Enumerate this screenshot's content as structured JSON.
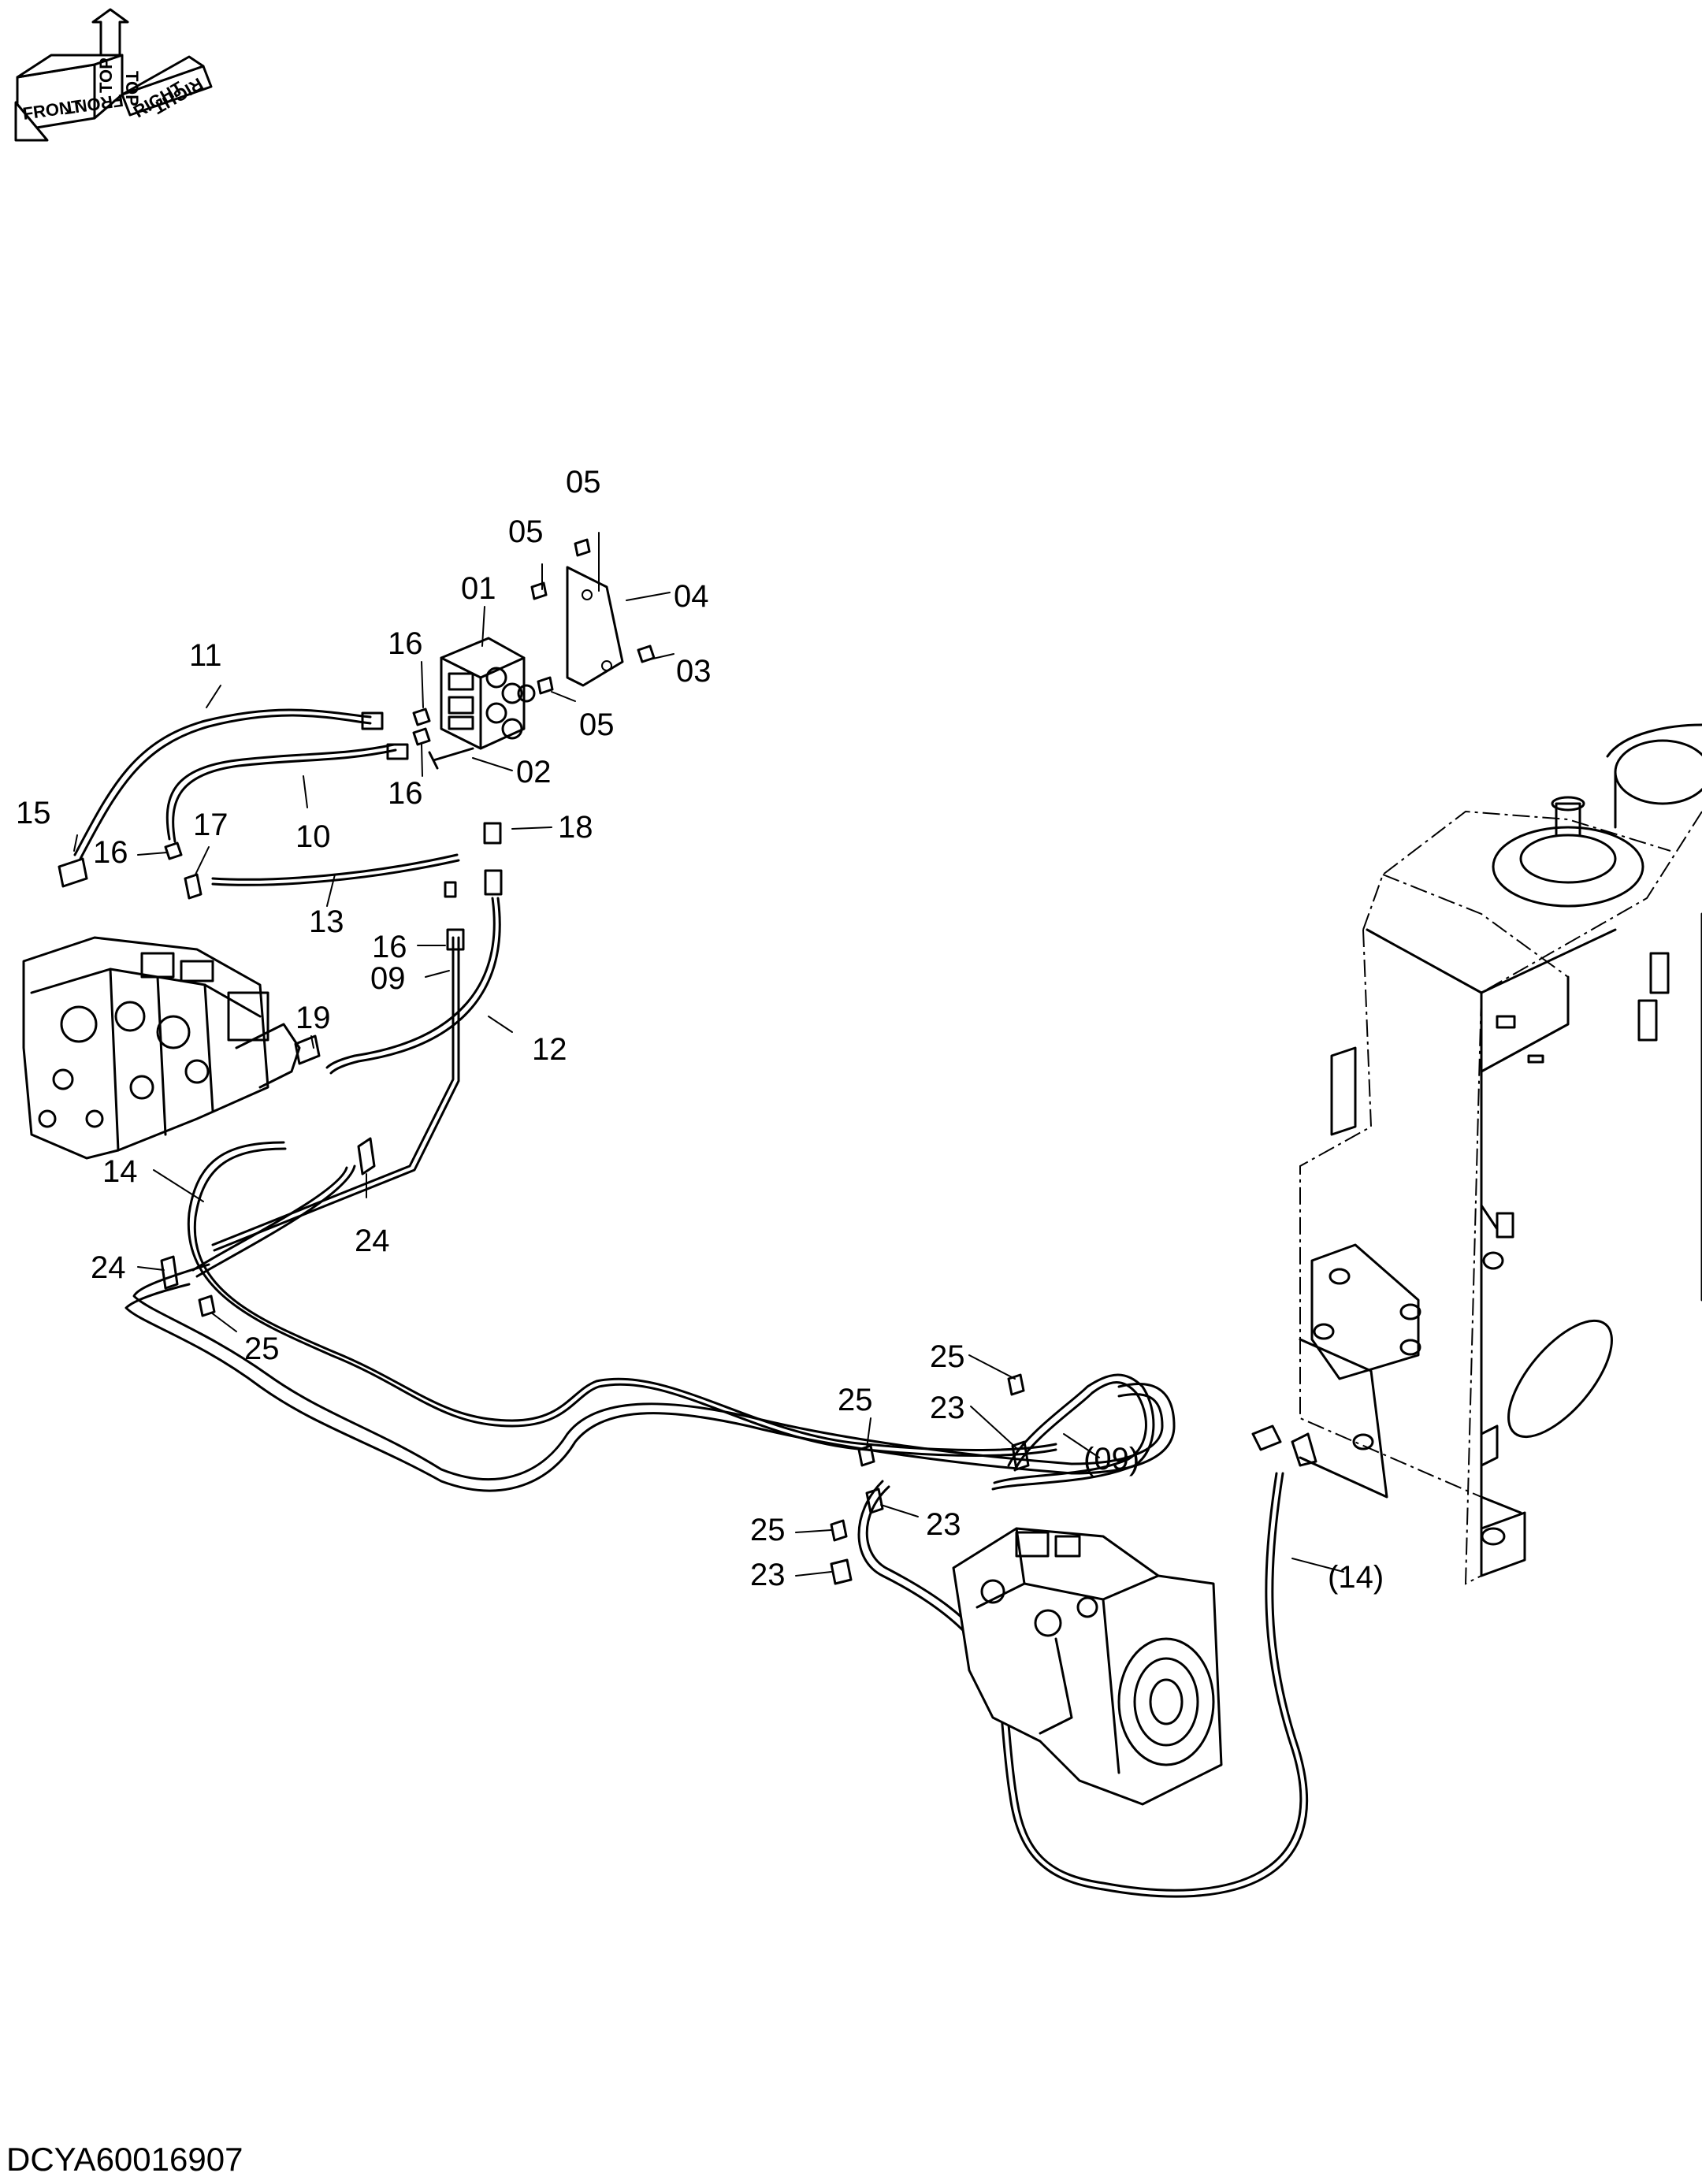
{
  "orientation": {
    "front": "FRONT",
    "top": "TOP",
    "right": "RIGHT",
    "front_mirror": "FRONT",
    "top_mirror": "TOP",
    "right_mirror": "RIGHT"
  },
  "callouts": [
    {
      "id": "c01",
      "text": "01"
    },
    {
      "id": "c02",
      "text": "02"
    },
    {
      "id": "c03",
      "text": "03"
    },
    {
      "id": "c04",
      "text": "04"
    },
    {
      "id": "c05a",
      "text": "05"
    },
    {
      "id": "c05b",
      "text": "05"
    },
    {
      "id": "c05c",
      "text": "05"
    },
    {
      "id": "c09",
      "text": "09"
    },
    {
      "id": "c09p",
      "text": "(09)"
    },
    {
      "id": "c10",
      "text": "10"
    },
    {
      "id": "c11",
      "text": "11"
    },
    {
      "id": "c12",
      "text": "12"
    },
    {
      "id": "c13",
      "text": "13"
    },
    {
      "id": "c14",
      "text": "14"
    },
    {
      "id": "c14p",
      "text": "(14)"
    },
    {
      "id": "c15",
      "text": "15"
    },
    {
      "id": "c16a",
      "text": "16"
    },
    {
      "id": "c16b",
      "text": "16"
    },
    {
      "id": "c16c",
      "text": "16"
    },
    {
      "id": "c16d",
      "text": "16"
    },
    {
      "id": "c17",
      "text": "17"
    },
    {
      "id": "c18",
      "text": "18"
    },
    {
      "id": "c19",
      "text": "19"
    },
    {
      "id": "c23a",
      "text": "23"
    },
    {
      "id": "c23b",
      "text": "23"
    },
    {
      "id": "c23c",
      "text": "23"
    },
    {
      "id": "c24a",
      "text": "24"
    },
    {
      "id": "c24b",
      "text": "24"
    },
    {
      "id": "c25a",
      "text": "25"
    },
    {
      "id": "c25b",
      "text": "25"
    },
    {
      "id": "c25c",
      "text": "25"
    },
    {
      "id": "c25d",
      "text": "25"
    }
  ],
  "drawing_id": "DCYA60016907"
}
